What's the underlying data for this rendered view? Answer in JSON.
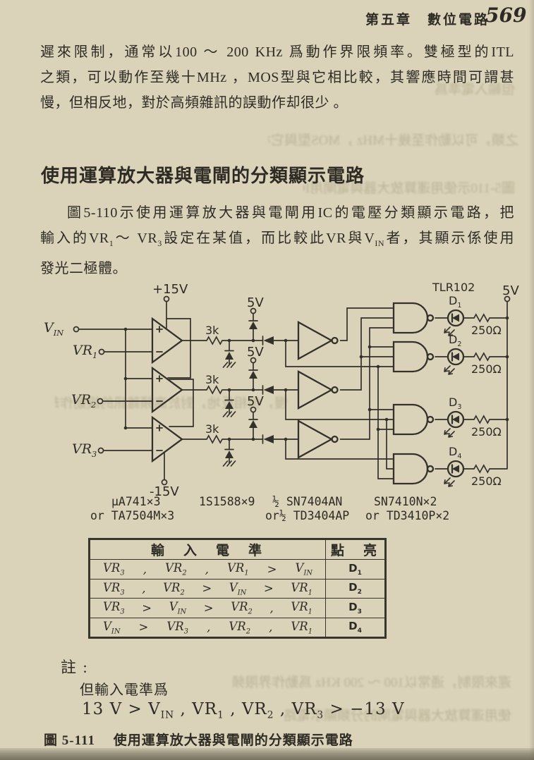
{
  "header": {
    "chapter": "第五章　數位電路",
    "page_number": "569"
  },
  "paragraph1": {
    "line1": "遲來限制，通常以100 ～ 200 KHz  爲動作界限頻率。雙極型的ITL",
    "line2": "之類，可以動作至幾十MHz ，MOS型與它相比較，其響應時間可謂甚",
    "line3": "慢，但相反地，對於高頻雜訊的誤動作却很少 。"
  },
  "section_heading": "使用運算放大器與電閘的分類顯示電路",
  "paragraph2": {
    "line1": "圖5-110示使用運算放大器與電閘用IC的電壓分類顯示電路，把",
    "line2": "輸入的VR_{1}～ VR_{3}設定在某值，而比較此VR與V_{IN}者，其顯示係使用",
    "line3": "發光二極體。"
  },
  "circuit": {
    "labels": {
      "supply_pos": "+15V",
      "supply_neg": "-15V",
      "clamp_5v": "5V",
      "rail_5v": "5V",
      "r3k": "3k",
      "r250": "250Ω",
      "led_part": "TLR102",
      "vin": "V_{IN}",
      "vr1": "VR_{1}",
      "vr2": "VR_{2}",
      "vr3": "VR_{3}"
    },
    "leds": [
      "D_{1}",
      "D_{2}",
      "D_{3}",
      "D_{4}"
    ],
    "parts": [
      {
        "name": "μA741×3",
        "alt": "or TA7504M×3"
      },
      {
        "name": "1S1588×9",
        "alt": ""
      },
      {
        "name": "½ SN7404AN",
        "alt": "or½ TD3404AP"
      },
      {
        "name": "SN7410N×2",
        "alt": "or TD3410P×2"
      }
    ]
  },
  "table": {
    "header_input": "輸　入　電　準",
    "header_lit": "點　亮",
    "rows": [
      {
        "tokens": [
          "VR_{3}",
          ",",
          "VR_{2}",
          ",",
          "VR_{1}",
          ">",
          "V_{IN}"
        ],
        "lit": "D_{1}"
      },
      {
        "tokens": [
          "VR_{3}",
          ",",
          "VR_{2}",
          ">",
          "V_{IN}",
          ">",
          "VR_{1}"
        ],
        "lit": "D_{2}"
      },
      {
        "tokens": [
          "VR_{3}",
          ">",
          "V_{IN}",
          ">",
          "VR_{2}",
          ",",
          "VR_{1}"
        ],
        "lit": "D_{3}"
      },
      {
        "tokens": [
          "V_{IN}",
          ">",
          "VR_{3}",
          ",",
          "VR_{2}",
          ",",
          "VR_{1}"
        ],
        "lit": "D_{4}"
      }
    ]
  },
  "notes": {
    "label": "註 :",
    "intro": "但輸入電準爲",
    "formula": "13 V > V_{IN} , VR_{1} ,  VR_{2} , VR_{3} > −13 V"
  },
  "caption": "圖 5-111　 使用運算放大器與電閘的分類顯示電路"
}
